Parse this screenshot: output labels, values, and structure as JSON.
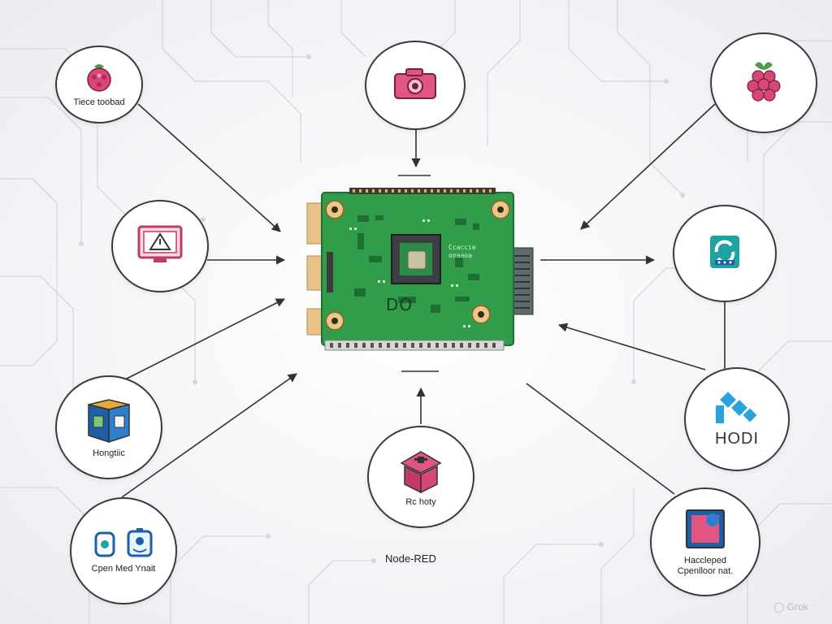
{
  "nodes": {
    "top_left": {
      "label": "Tiece toobad",
      "icon": "raspberry-icon"
    },
    "top_center": {
      "label": "",
      "icon": "camera-icon"
    },
    "top_right": {
      "label": "",
      "icon": "raspberry-icon"
    },
    "left_mid": {
      "label": "",
      "icon": "monitor-warning-icon"
    },
    "right_mid": {
      "label": "",
      "icon": "cloud-sync-icon"
    },
    "left_lower": {
      "label": "Hongtiic",
      "icon": "book-box-icon"
    },
    "right_lower": {
      "label": "HODI",
      "icon": "kodi-icon"
    },
    "bottom_left": {
      "label": "Cpen Med Ynait",
      "icon": "robot-face-icon"
    },
    "bottom_center": {
      "label": "Rc hoty",
      "icon": "home-cube-icon"
    },
    "bottom_right": {
      "label": "Haccleped\nCpenlloor nat.",
      "icon": "display-panel-icon"
    }
  },
  "bottom_caption": "Node-RED",
  "board": {
    "silkscreen": "DO",
    "chip_text": "Ccaccie\nooaaoa"
  },
  "watermark": "Grok",
  "colors": {
    "board": "#2f9d4a",
    "board_dark": "#247a39",
    "accent_pink": "#d9467a",
    "accent_blue": "#1e5fa8",
    "accent_teal": "#1fa3a0",
    "line": "#333333"
  }
}
